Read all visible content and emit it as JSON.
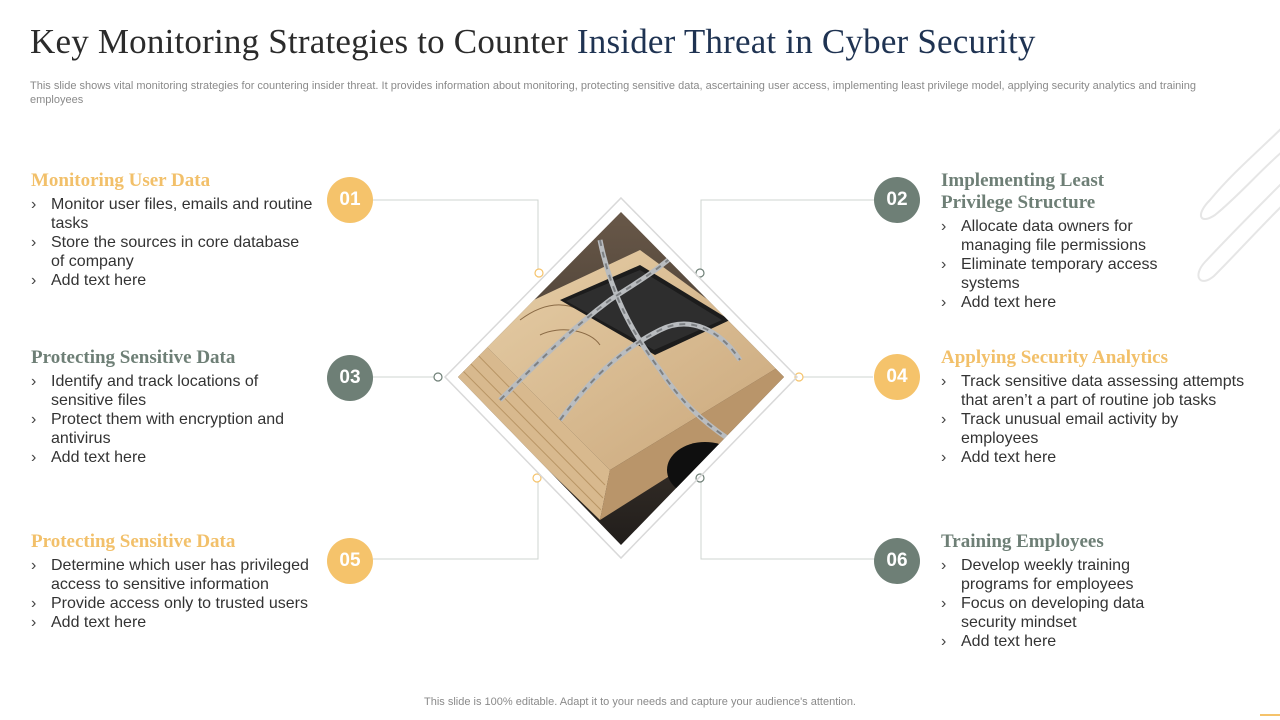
{
  "title_main": "Key Monitoring Strategies to Counter ",
  "title_accent": "Insider Threat in Cyber Security",
  "subtitle": "This slide shows vital monitoring strategies for countering insider threat. It provides information about monitoring, protecting sensitive data, ascertaining user access, implementing least privilege model, applying security analytics and training employees",
  "footer": "This slide is 100% editable. Adapt it to your needs and capture your audience's attention.",
  "colors": {
    "gold": "#f5c36b",
    "gray": "#6e7f76",
    "navy": "#1f3352"
  },
  "bullet_icon": "chevron-right-icon",
  "badges": {
    "b01": "01",
    "b02": "02",
    "b03": "03",
    "b04": "04",
    "b05": "05",
    "b06": "06"
  },
  "strategies": {
    "s1": {
      "heading": "Monitoring User Data",
      "points": [
        "Monitor user files, emails and routine tasks",
        "Store the sources in core database of company",
        "Add text here"
      ]
    },
    "s2": {
      "heading": "Implementing Least Privilege Structure",
      "points": [
        "Allocate data owners for managing file permissions",
        "Eliminate temporary access systems",
        "Add text here"
      ]
    },
    "s3": {
      "heading": "Protecting Sensitive Data",
      "points": [
        "Identify and track locations of sensitive files",
        "Protect them with encryption and antivirus",
        "Add text here"
      ]
    },
    "s4": {
      "heading": "Applying Security Analytics",
      "points": [
        "Track sensitive data assessing attempts that aren’t a part of routine job tasks",
        "Track unusual email activity by employees",
        "Add text here"
      ]
    },
    "s5": {
      "heading": "Protecting Sensitive Data",
      "points": [
        "Determine which user has privileged access to sensitive information",
        "Provide access only to trusted users",
        "Add text here"
      ]
    },
    "s6": {
      "heading": "Training Employees",
      "points": [
        "Develop weekly training programs for employees",
        "Focus on developing data security mindset",
        "Add text here"
      ]
    }
  }
}
